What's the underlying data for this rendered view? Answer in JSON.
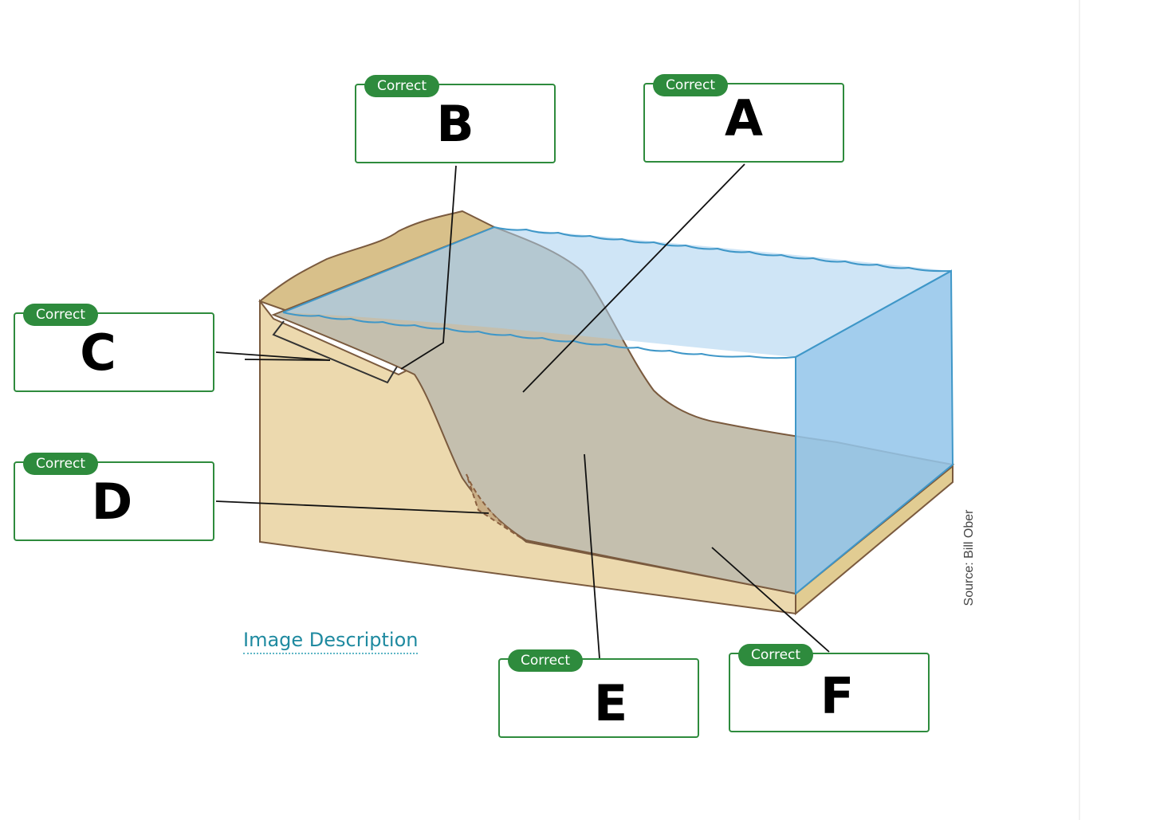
{
  "diagram": {
    "type": "labeled-illustration",
    "subject": "ocean floor / continental margin cross-section",
    "colors": {
      "badge_green": "#2e8b3d",
      "box_border": "#2e8b3d",
      "sand": "#ecd9ae",
      "slope_gray": "#c4bfae",
      "water_blue": "#a7d0ef",
      "water_edge": "#3f97c8",
      "link_teal": "#1f8aa0"
    }
  },
  "labels": [
    {
      "id": "A",
      "status": "Correct",
      "answer": "A"
    },
    {
      "id": "B",
      "status": "Correct",
      "answer": "B"
    },
    {
      "id": "C",
      "status": "Correct",
      "answer": "C"
    },
    {
      "id": "D",
      "status": "Correct",
      "answer": "D"
    },
    {
      "id": "E",
      "status": "Correct",
      "answer": "E"
    },
    {
      "id": "F",
      "status": "Correct",
      "answer": "F"
    }
  ],
  "image_description_link": "Image Description",
  "source_credit": "Source: Bill Ober"
}
